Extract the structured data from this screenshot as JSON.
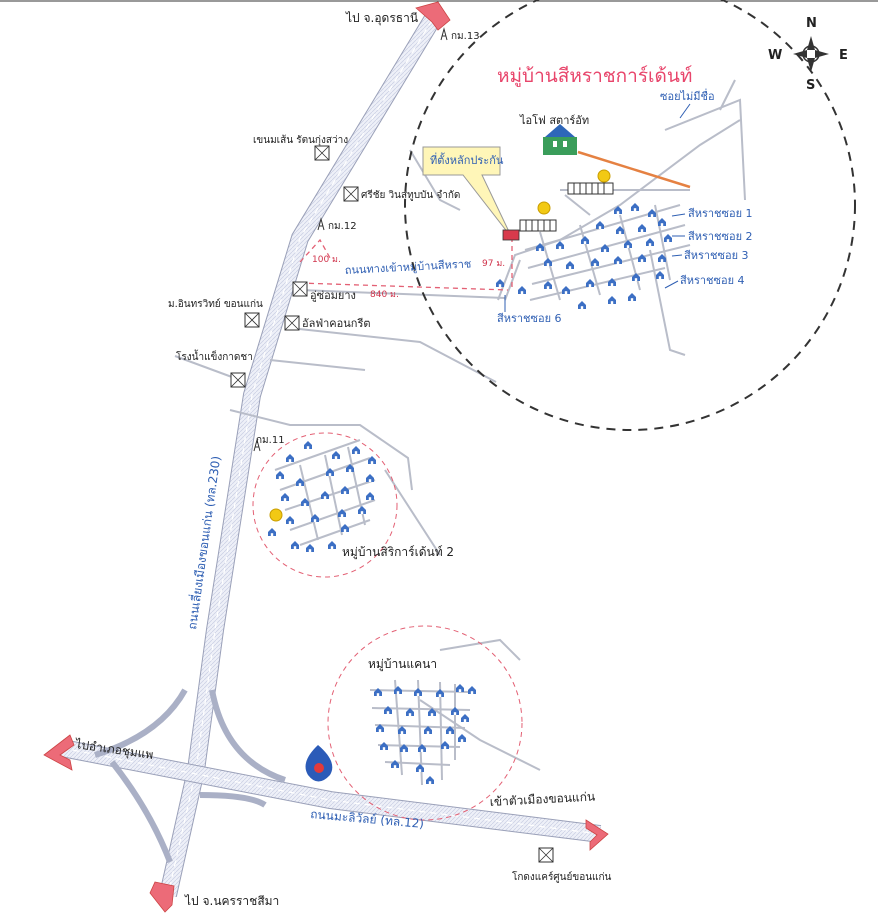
{
  "compass": {
    "n": "N",
    "s": "S",
    "e": "E",
    "w": "W"
  },
  "village_main": {
    "title": "หมู่บ้านสีหราชการ์เด้นท์",
    "logo_label": "ไอโฟ สตาร์อัท",
    "callout": "ที่ตั้งหลักประกัน",
    "soi_unnamed": "ซอยไม่มีชื่อ",
    "soi1": "สีหราชซอย 1",
    "soi2": "สีหราชซอย 2",
    "soi3": "สีหราชซอย 3",
    "soi4": "สีหราชซอย 4",
    "soi6": "สีหราชซอย 6",
    "dist_97": "97 ม."
  },
  "roads": {
    "to_udon": "ไป จ.อุดรธานี",
    "to_nakhon": "ไป จ.นครราชสีมา",
    "to_ban_phai": "ไปอำเภอชุมแพ",
    "to_city": "เข้าตัวเมืองขอนแก่น",
    "bypass": "ถนนเลี่ยงเมืองขอนแก่น (ทล.230)",
    "mittraphap": "ถนนมะลิวัลย์ (ทล.12)",
    "entrance_road": "ถนนทางเข้าหมู่บ้านสีหราช",
    "dist_100": "100 ม.",
    "dist_840": "840 ม."
  },
  "landmarks": {
    "km13": "กม.13",
    "km12": "กม.12",
    "km11": "กม.11",
    "restaurant": "เขนมเส้น รัตนกุ่งสว่าง",
    "shop1": "ศรีชัย วินสทูบบัน จำกัด",
    "garage": "อู่ซ่อมยาง",
    "concrete": "อัลฟ่าคอนกรีต",
    "university": "ม.อินทรวิทย์ ขอนแก่น",
    "factory": "โรงน้ำแข็งกาดชา",
    "depot": "โกดงแคร์ศูนย์ขอนแก่น"
  },
  "villages": {
    "sirikarn": "หมู่บ้านสิริการ์เด้นท์ 2",
    "kaenna": "หมู่บ้านแคนา"
  }
}
